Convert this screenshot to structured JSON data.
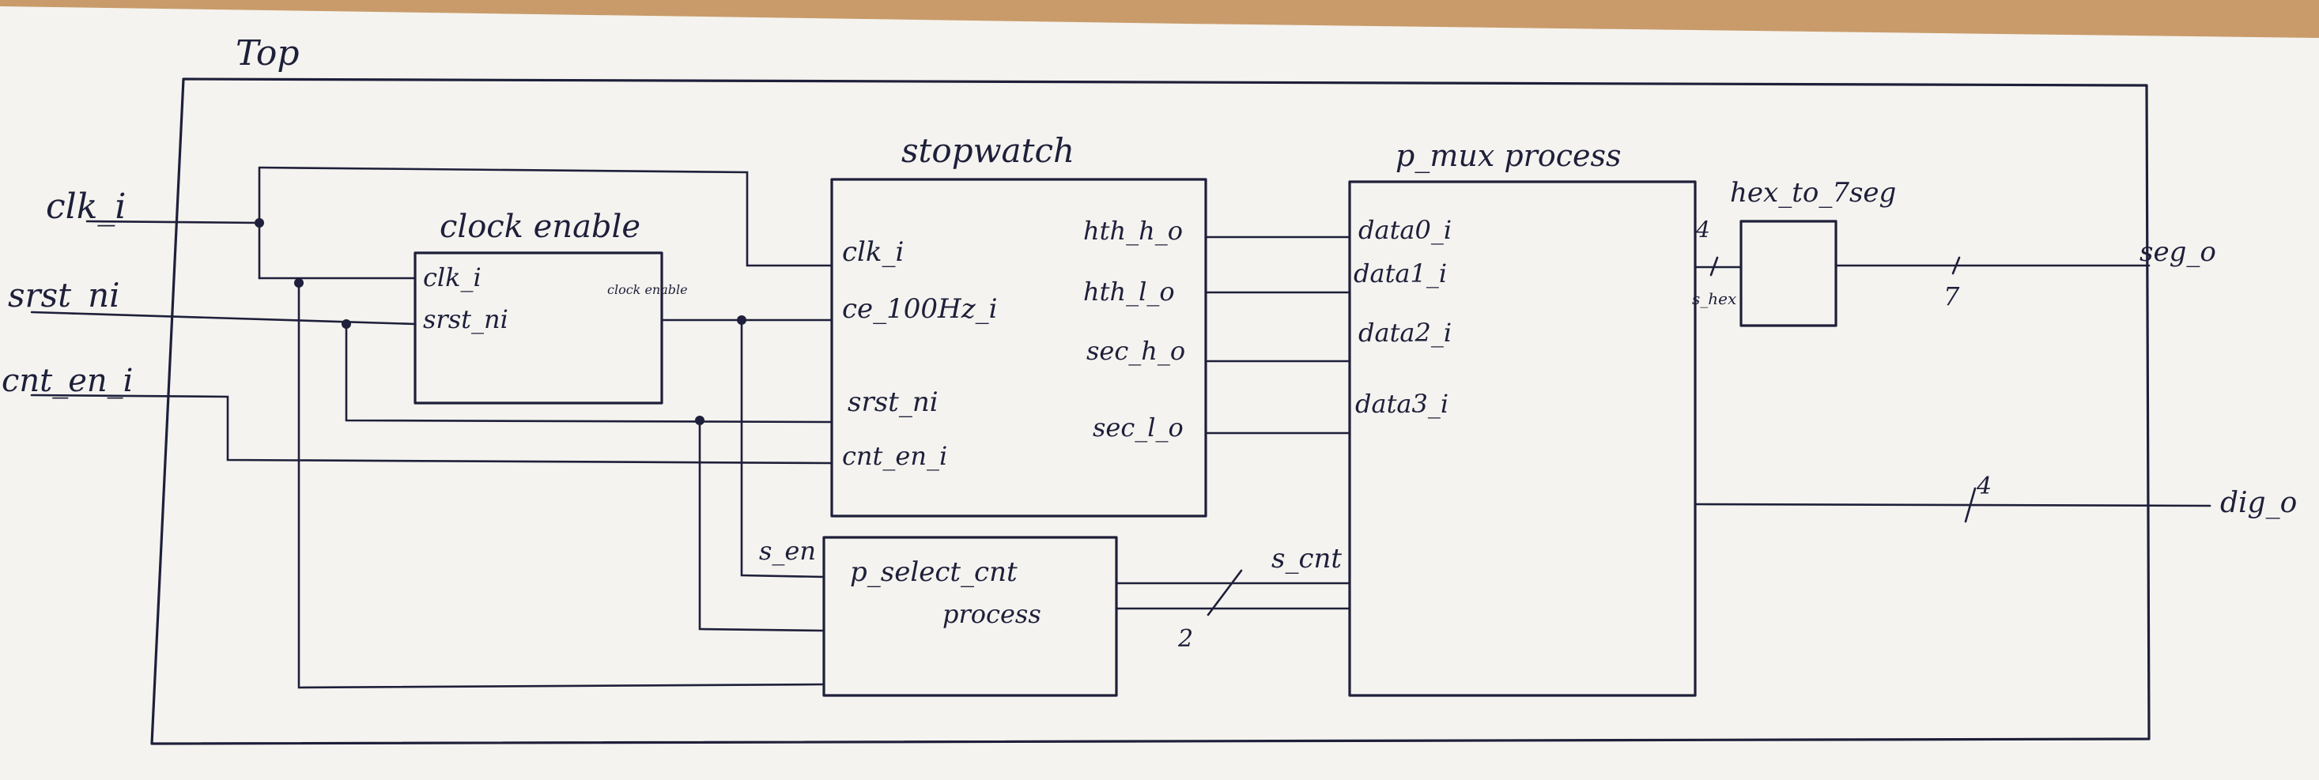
{
  "top_label": "Top",
  "inputs": [
    "clk_i",
    "srst_ni",
    "cnt_en_i"
  ],
  "blocks": {
    "clock_enable": {
      "title": "clock enable",
      "ports_in": [
        "clk_i",
        "srst_ni"
      ],
      "port_out": "clock enable"
    },
    "stopwatch": {
      "title": "stopwatch",
      "ports_in": [
        "clk_i",
        "ce_100Hz_i",
        "srst_ni",
        "cnt_en_i"
      ],
      "ports_out": [
        "hth_h_o",
        "hth_l_o",
        "sec_h_o",
        "sec_l_o"
      ]
    },
    "p_mux": {
      "title": "p_mux process",
      "ports_in": [
        "data0_i",
        "data1_i",
        "data2_i",
        "data3_i"
      ],
      "port_sel": "s_hex"
    },
    "hex_to_7seg": {
      "title": "hex_to_7seg"
    },
    "p_select_cnt": {
      "line1": "p_select_cnt",
      "line2": "process"
    }
  },
  "signals": {
    "s_en": "s_en",
    "s_cnt": "s_cnt",
    "s_cnt_width": "2",
    "hex_width": "4",
    "seg_width": "7",
    "dig_width": "4"
  },
  "outputs": [
    "seg_o",
    "dig_o"
  ]
}
